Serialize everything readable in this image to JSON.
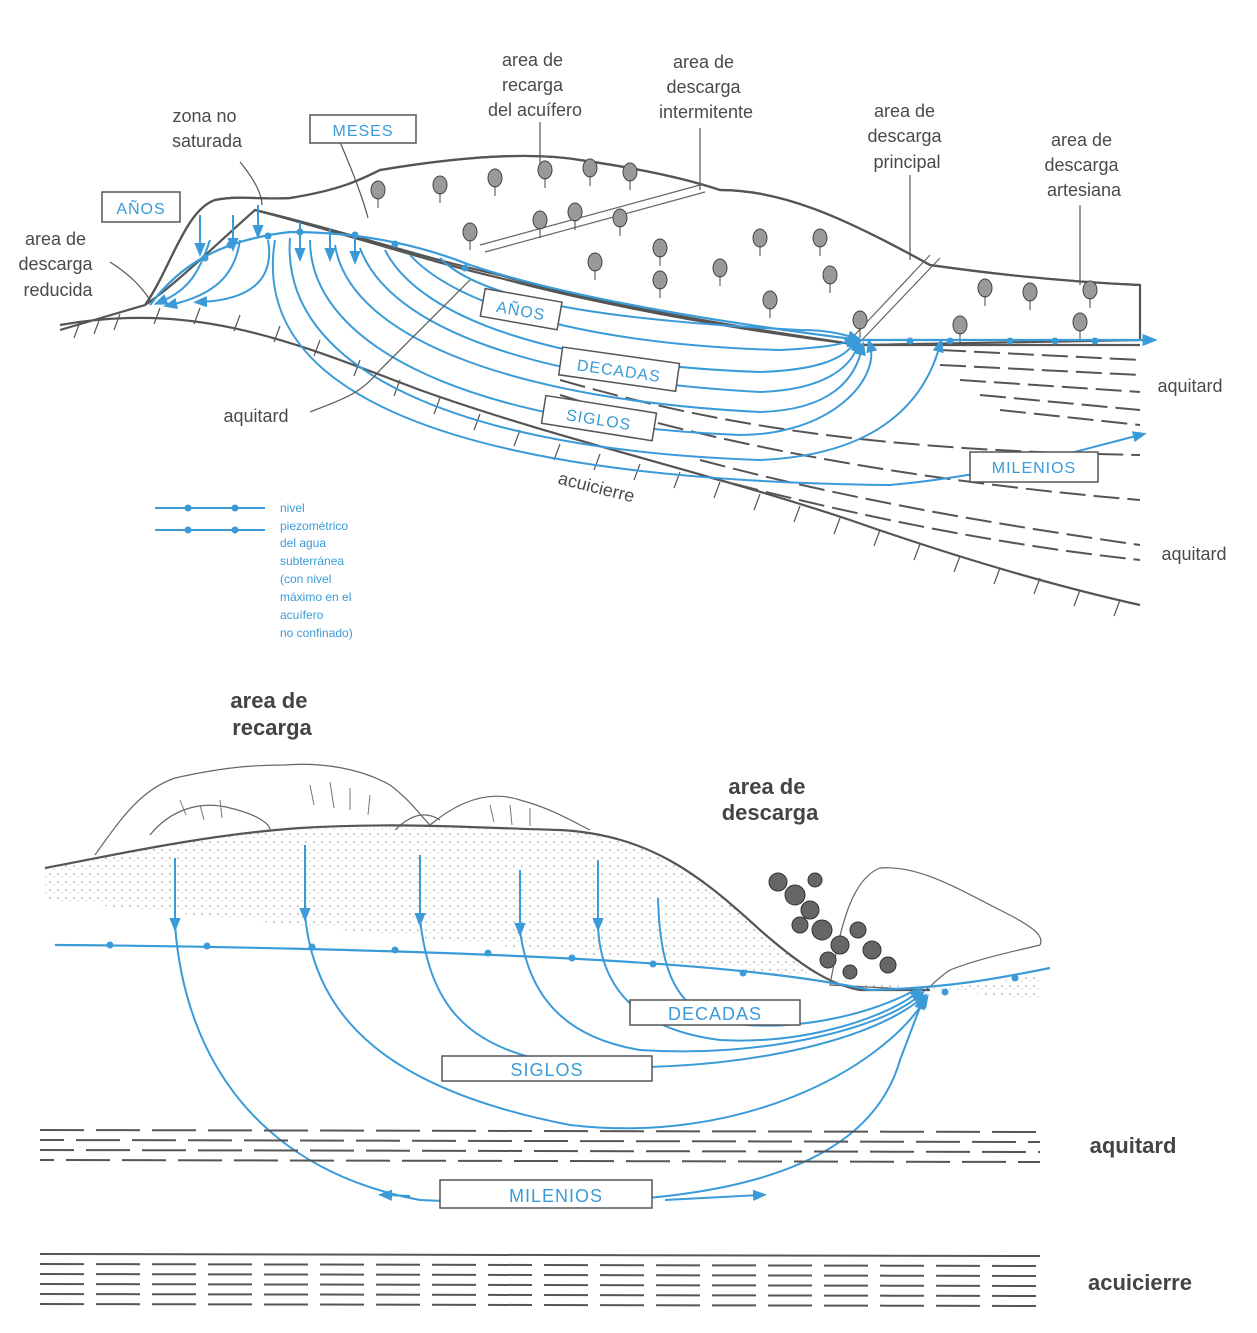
{
  "top": {
    "labels": {
      "zona_no_saturada": [
        "zona no",
        "saturada"
      ],
      "area_descarga_reducida": [
        "area de",
        "descarga",
        "reducida"
      ],
      "area_recarga_acuifero": [
        "area de",
        "recarga",
        "del acuífero"
      ],
      "area_descarga_intermitente": [
        "area de",
        "descarga",
        "intermitente"
      ],
      "area_descarga_principal": [
        "area de",
        "descarga",
        "principal"
      ],
      "area_descarga_artesiana": [
        "area de",
        "descarga",
        "artesiana"
      ],
      "aquitard_left": "aquitard",
      "aquitard_right_1": "aquitard",
      "aquitard_right_2": "aquitard",
      "acuicierre": "acuicierre"
    },
    "boxes": {
      "anos_1": "AÑOS",
      "meses": "MESES",
      "anos_2": "AÑOS",
      "decadas": "DECADAS",
      "siglos": "SIGLOS",
      "milenios": "MILENIOS"
    },
    "legend": [
      "nivel",
      "piezométrico",
      "del agua",
      "subterránea",
      "(con nivel",
      "máximo en el",
      "acuífero",
      "no confinado)"
    ]
  },
  "bottom": {
    "labels": {
      "area_recarga": [
        "area de",
        "recarga"
      ],
      "area_descarga": [
        "area de",
        "descarga"
      ],
      "aquitard": "aquitard",
      "acuicierre": "acuicierre"
    },
    "boxes": {
      "decadas": "DECADAS",
      "siglos": "SIGLOS",
      "milenios": "MILENIOS"
    }
  },
  "colors": {
    "flow": "#3a9bd8",
    "ink": "#555555"
  }
}
